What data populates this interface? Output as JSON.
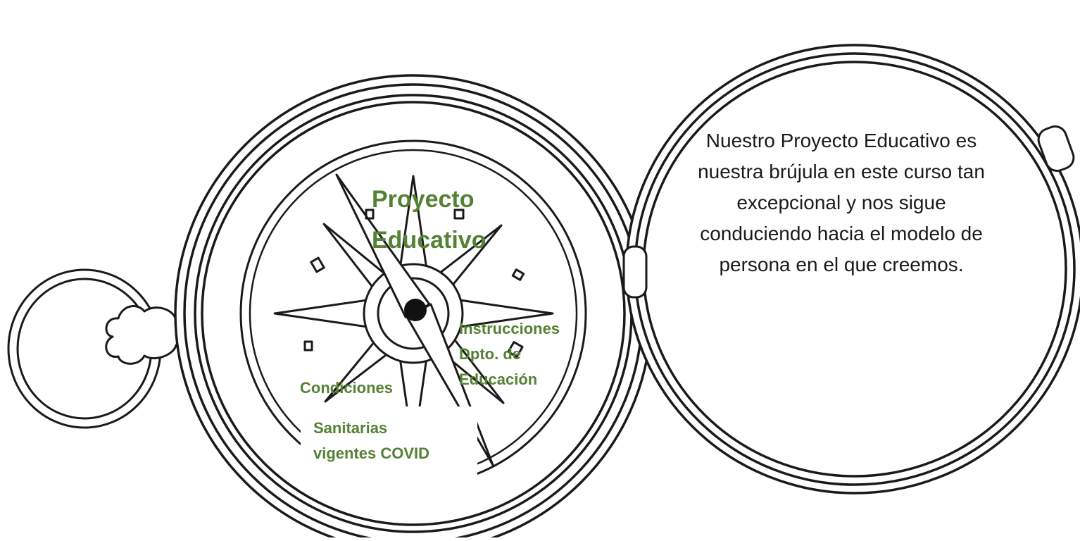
{
  "compass": {
    "label_proyecto": [
      "Proyecto",
      "Educativo"
    ],
    "label_instrucciones": [
      "Instrucciones",
      "Dpto. de",
      "Educación"
    ],
    "label_condiciones": "Condiciones",
    "label_sanitarias": [
      "Sanitarias",
      "vigentes COVID"
    ],
    "label_color": "#548235"
  },
  "lens": {
    "text_lines": [
      "Nuestro Proyecto Educativo es",
      "nuestra brújula en este curso tan",
      "excepcional y nos sigue",
      "conduciendo hacia el modelo de",
      "persona en el que creemos."
    ]
  },
  "icons": [
    "compass-icon",
    "pocket-watch-ring-icon",
    "compass-needle-icon"
  ]
}
